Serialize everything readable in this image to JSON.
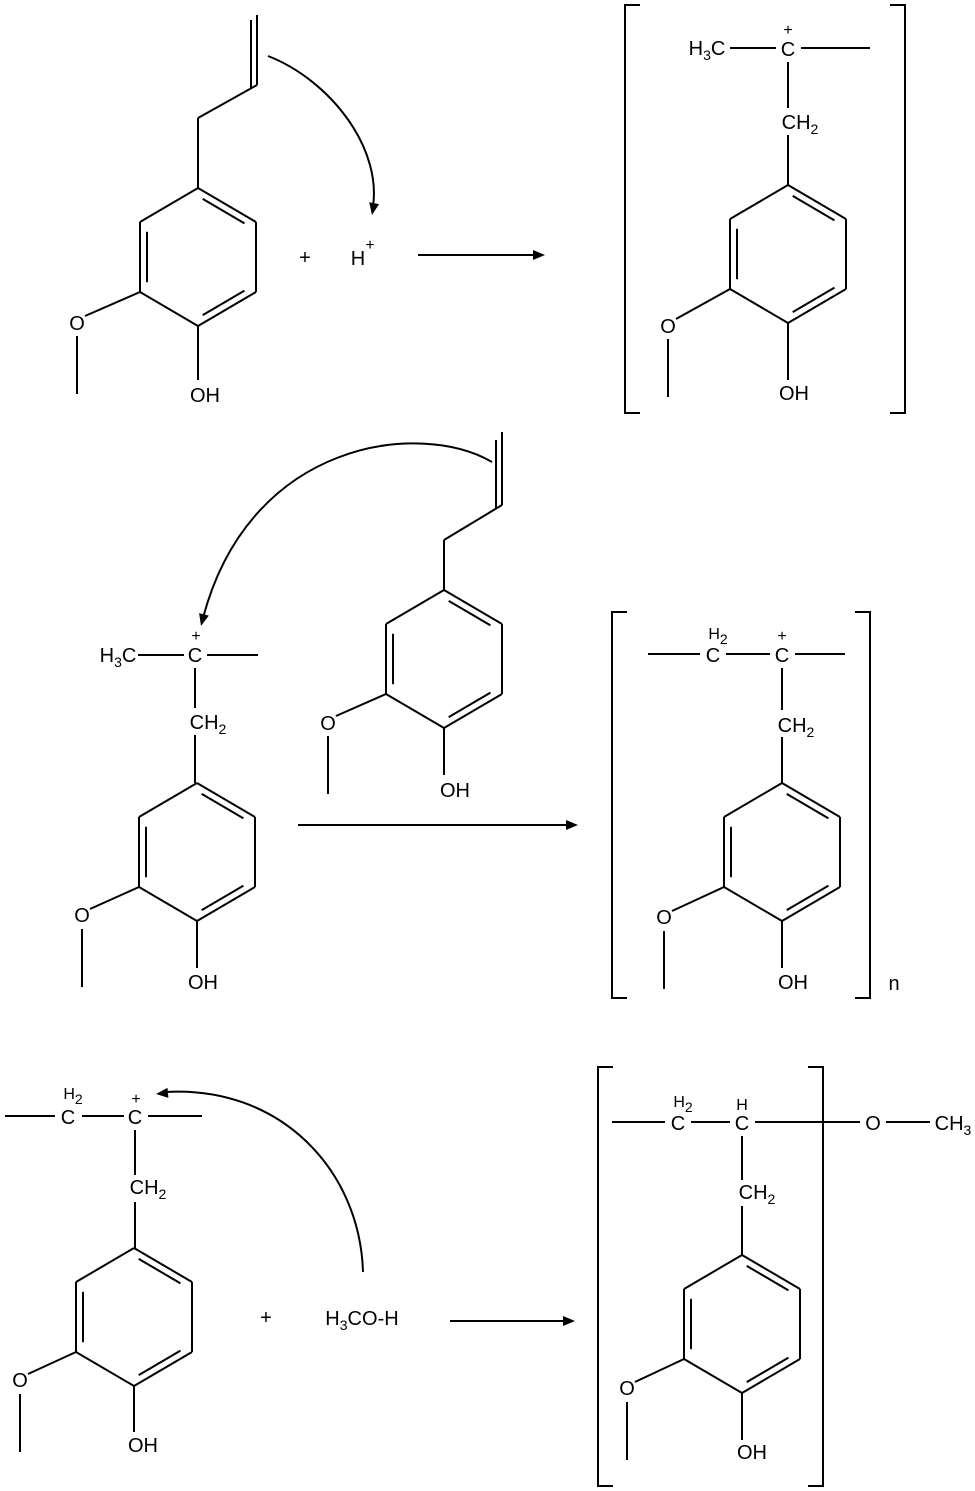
{
  "step1": {
    "reactant": {
      "o": "O",
      "oh": "OH"
    },
    "plus": "+",
    "proton": {
      "symbol": "H",
      "charge": "+"
    },
    "product": {
      "h3c": "H3C",
      "c": "C",
      "charge": "+",
      "ch2": "CH2",
      "o": "O",
      "oh": "OH"
    }
  },
  "step2": {
    "cation": {
      "h3c": "H3C",
      "c": "C",
      "charge": "+",
      "ch2": "CH2",
      "o": "O",
      "oh": "OH"
    },
    "monomer": {
      "o": "O",
      "oh": "OH"
    },
    "product": {
      "h2": "H2",
      "c1": "C",
      "c2": "C",
      "charge": "+",
      "ch2": "CH2",
      "o": "O",
      "oh": "OH",
      "repeat": "n"
    }
  },
  "step3": {
    "cation": {
      "h2": "H2",
      "c1": "C",
      "c2": "C",
      "charge": "+",
      "ch2": "CH2",
      "o": "O",
      "oh": "OH"
    },
    "plus": "+",
    "methanol": "H3CO-H",
    "product": {
      "h2": "H2",
      "c1": "C",
      "h": "H",
      "c2": "C",
      "ch2": "CH2",
      "o": "O",
      "oh": "OH",
      "o_end": "O",
      "ch3": "CH3"
    }
  }
}
